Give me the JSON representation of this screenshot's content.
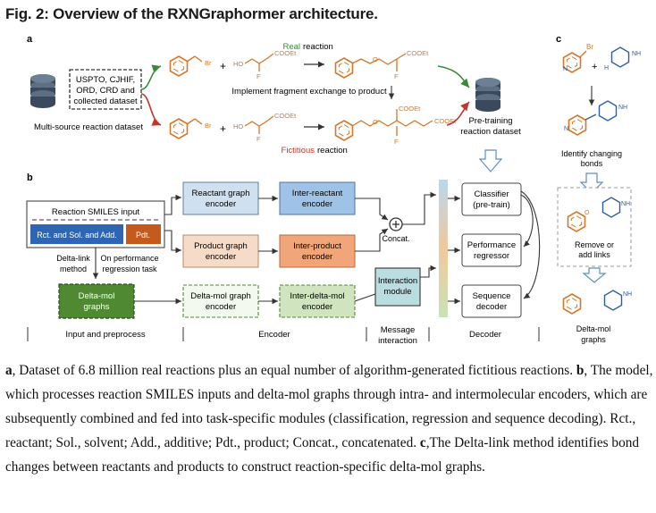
{
  "figure": {
    "title": "Fig. 2: Overview of the RXNGraphormer architecture.",
    "panel_a": {
      "letter": "a",
      "dataset_box": [
        "USPTO, CJHIF,",
        "ORD, CRD and",
        "collected dataset"
      ],
      "multi_source_label": "Multi-source reaction dataset",
      "plus": "+",
      "real_word": "Real",
      "real_suffix": "reaction",
      "fictitious_word": "Fictitious",
      "fictitious_suffix": "reaction",
      "implement_label": "Implement fragment exchange to product",
      "pretraining_label": [
        "Pre-training",
        "reaction dataset"
      ],
      "atom_br": "Br",
      "atom_ho": "HO",
      "atom_cooet": "COOEt",
      "atom_f": "F"
    },
    "panel_b": {
      "letter": "b",
      "smiles_input": "Reaction SMILES input",
      "rct_box": "Rct. and Sol. and Add.",
      "pdt_box": "Pdt.",
      "delta_link": [
        "Delta-link",
        "method"
      ],
      "on_performance": [
        "On performance",
        "regression task"
      ],
      "delta_mol_graphs": [
        "Delta-mol",
        "graphs"
      ],
      "reactant_encoder": [
        "Reactant graph",
        "encoder"
      ],
      "product_encoder": [
        "Product graph",
        "encoder"
      ],
      "delta_encoder": [
        "Delta-mol graph",
        "encoder"
      ],
      "inter_reactant": [
        "Inter-reactant",
        "encoder"
      ],
      "inter_product": [
        "Inter-product",
        "encoder"
      ],
      "inter_delta": [
        "Inter-delta-mol",
        "encoder"
      ],
      "concat_label": "Concat.",
      "interaction_module": [
        "Interaction",
        "module"
      ],
      "classifier": [
        "Classifier",
        "(pre-train)"
      ],
      "performance": [
        "Performance",
        "regressor"
      ],
      "sequence": [
        "Sequence",
        "decoder"
      ],
      "sections": [
        "Input and preprocess",
        "Encoder",
        "Message",
        "interaction",
        "Decoder"
      ]
    },
    "panel_c": {
      "letter": "c",
      "atom_br": "Br",
      "atom_n": "N",
      "atom_nh": "NH",
      "atom_h": "H",
      "atom_o": "O",
      "plus": "+",
      "identify": [
        "Identify changing",
        "bonds"
      ],
      "remove": [
        "Remove or",
        "add links"
      ],
      "delta_mol": [
        "Delta-mol",
        "graphs"
      ]
    }
  },
  "caption": {
    "a_letter": "a",
    "a_text": ", Dataset of 6.8 million real reactions plus an equal number of algorithm-generated fictitious reactions. ",
    "b_letter": "b",
    "b_text": ", The model, which processes reaction SMILES inputs and delta-mol graphs through intra- and intermolecular encoders, which are subsequently combined and fed into task-specific modules (classification, regression and sequence decoding). Rct., reactant; Sol., solvent; Add., additive; Pdt., product; Concat., concatenated. ",
    "c_letter": "c",
    "c_text": ",The Delta-link method identifies bond changes between reactants and products to construct reaction-specific delta-mol graphs."
  },
  "colors": {
    "real_green": "#3a8a3a",
    "fictitious_red": "#c0392b",
    "reactant_blue": "#cfe0f1",
    "inter_blue": "#9fc3e6",
    "product_peach": "#f6dcc8",
    "inter_orange": "#f0a678",
    "delta_green_dark": "#4f8a32",
    "delta_green_light": "#cfe4bf",
    "interaction_teal": "#b9dde0",
    "rct_blue_fill": "#2f66b3",
    "pdt_orange_fill": "#c45a1b",
    "ring_orange": "#d4772a"
  },
  "icons": [
    "database-icon",
    "concat-plus-icon",
    "hollow-down-arrow-icon"
  ]
}
